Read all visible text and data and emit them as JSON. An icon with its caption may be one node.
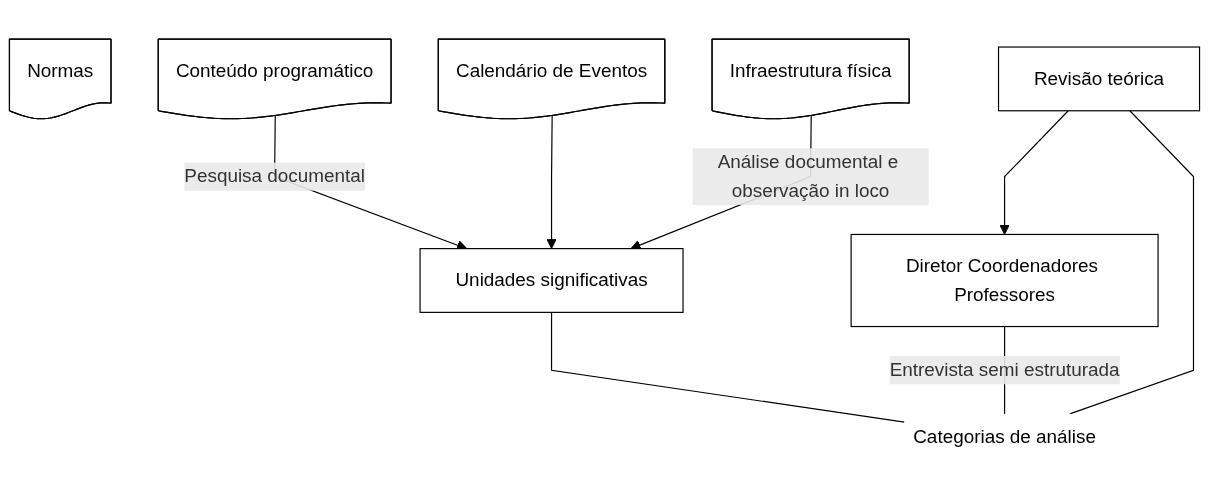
{
  "diagram": {
    "nodes": [
      {
        "text": [
          "Normas"
        ]
      },
      {
        "text": [
          "Conteúdo programático"
        ]
      },
      {
        "text": [
          "Calendário de Eventos"
        ]
      },
      {
        "text": [
          "Infraestrutura física"
        ]
      },
      {
        "text": [
          "Unidades significativas"
        ]
      },
      {
        "text": [
          "Diretor Coordenadores Professores"
        ]
      },
      {
        "text": [
          "Revisão teórica"
        ]
      },
      {
        "text": [
          "Categorias de análise"
        ]
      }
    ],
    "edges": [
      {
        "from": 1,
        "to": 4,
        "arrow": "to",
        "label": "Pesquisa documental"
      },
      {
        "from": 2,
        "to": 4,
        "arrow": "to"
      },
      {
        "from": 3,
        "to": 4,
        "arrow": "to",
        "label": "Análise documental e observação in loco"
      },
      {
        "from": 6,
        "to": 5,
        "arrow": "to"
      },
      {
        "from": 4,
        "to": 7,
        "arrow": "none"
      },
      {
        "from": 5,
        "to": 7,
        "arrow": "none",
        "label": "Entrevista semi estruturada"
      },
      {
        "from": 6,
        "to": 7,
        "arrow": "none"
      }
    ]
  }
}
